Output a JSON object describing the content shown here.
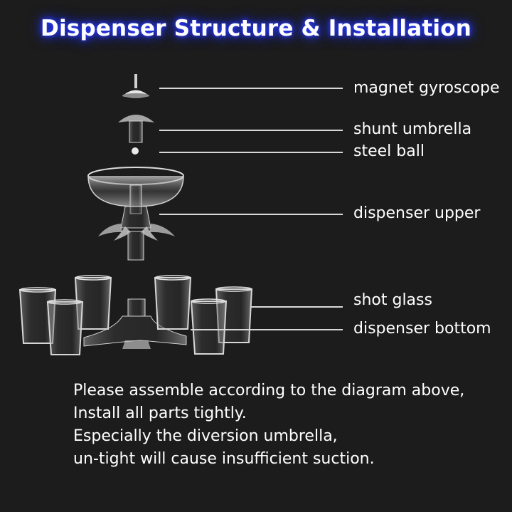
{
  "title": "Dispenser Structure & Installation",
  "labels": {
    "magnet_gyroscope": "magnet gyroscope",
    "shunt_umbrella": "shunt umbrella",
    "steel_ball": "steel ball",
    "dispenser_upper": "dispenser upper",
    "shot_glass": "shot glass",
    "dispenser_bottom": "dispenser bottom"
  },
  "instructions": [
    "Please assemble according to the diagram above,",
    "Install all parts tightly.",
    "Especially the diversion umbrella,",
    "un-tight will cause insufficient suction."
  ],
  "colors": {
    "background": "#1c1c1c",
    "title_glow": "#2b3cff",
    "text": "#ffffff",
    "leader_line": "#d8d8d8"
  }
}
